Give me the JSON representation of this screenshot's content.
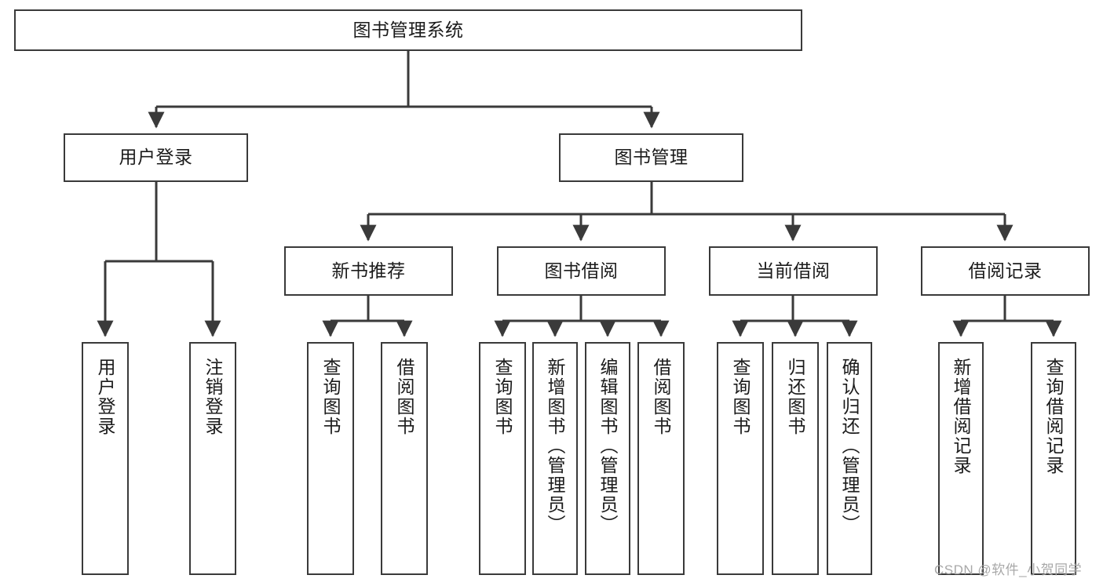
{
  "diagram": {
    "type": "tree-hierarchy",
    "title": "图书管理系统",
    "colors": {
      "box_stroke": "#3a3a3a",
      "box_fill": "#ffffff",
      "edge": "#3a3a3a",
      "text": "#1b1b1b",
      "watermark": "#a8a8a8"
    },
    "root": {
      "label": "图书管理系统"
    },
    "level2": [
      {
        "id": "user-login",
        "label": "用户登录"
      },
      {
        "id": "book-management",
        "label": "图书管理"
      }
    ],
    "level3": [
      {
        "id": "new-book-recommend",
        "label": "新书推荐"
      },
      {
        "id": "book-borrow",
        "label": "图书借阅"
      },
      {
        "id": "current-borrow",
        "label": "当前借阅"
      },
      {
        "id": "borrow-record",
        "label": "借阅记录"
      }
    ],
    "leaves": [
      {
        "id": "leaf-user-login",
        "label": "用户登录",
        "parent": "user-login"
      },
      {
        "id": "leaf-user-logout",
        "label": "注销登录",
        "parent": "user-login"
      },
      {
        "id": "leaf-query-book-1",
        "label": "查询图书",
        "parent": "new-book-recommend"
      },
      {
        "id": "leaf-borrow-book-1",
        "label": "借阅图书",
        "parent": "new-book-recommend"
      },
      {
        "id": "leaf-query-book-2",
        "label": "查询图书",
        "parent": "book-borrow"
      },
      {
        "id": "leaf-add-book",
        "label": "新增图书（管理员）",
        "parent": "book-borrow"
      },
      {
        "id": "leaf-edit-book",
        "label": "编辑图书（管理员）",
        "parent": "book-borrow"
      },
      {
        "id": "leaf-borrow-book-2",
        "label": "借阅图书",
        "parent": "book-borrow"
      },
      {
        "id": "leaf-query-book-3",
        "label": "查询图书",
        "parent": "current-borrow"
      },
      {
        "id": "leaf-return-book",
        "label": "归还图书",
        "parent": "current-borrow"
      },
      {
        "id": "leaf-confirm-return",
        "label": "确认归还（管理员）",
        "parent": "current-borrow"
      },
      {
        "id": "leaf-add-record",
        "label": "新增借阅记录",
        "parent": "borrow-record"
      },
      {
        "id": "leaf-query-record",
        "label": "查询借阅记录",
        "parent": "borrow-record"
      }
    ],
    "watermark": "CSDN @软件_小贺同学"
  }
}
